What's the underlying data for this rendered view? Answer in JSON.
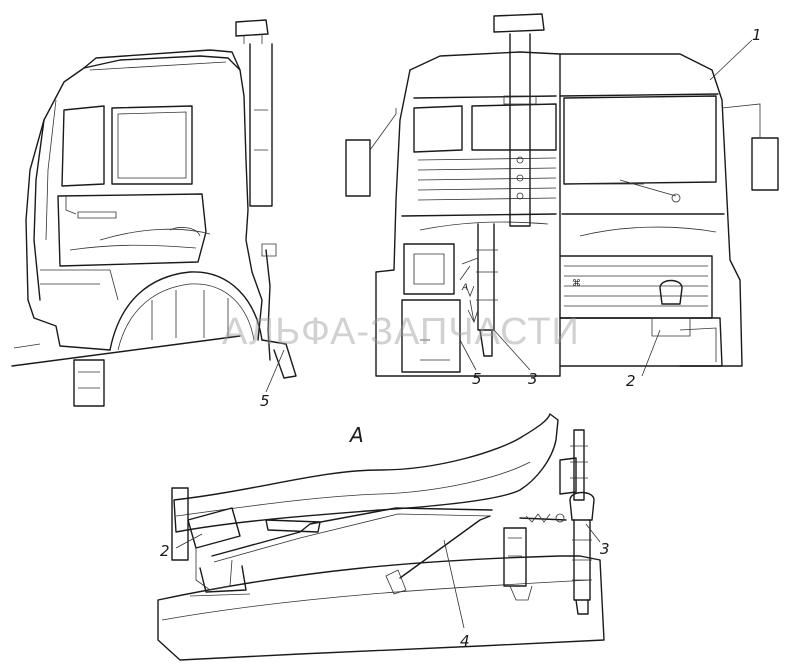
{
  "watermark": "АЛЬФА-ЗАПЧАСТИ",
  "view_label": "А",
  "arrow_label": "А",
  "callouts": {
    "c1": "1",
    "c2_front": "2",
    "c3_front": "3",
    "c5_front": "5",
    "c5_side": "5",
    "c2_detail": "2",
    "c3_detail": "3",
    "c4_detail": "4"
  }
}
